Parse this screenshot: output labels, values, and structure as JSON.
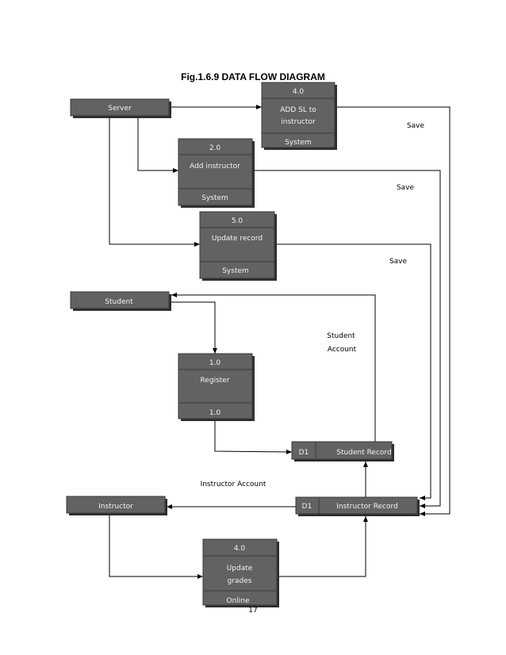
{
  "title": "Fig.1.6.9 DATA FLOW DIAGRAM",
  "page_number": "17",
  "entities": {
    "server": "Server",
    "student": "Student",
    "instructor": "Instructor"
  },
  "processes": {
    "add_sl": {
      "id": "4.0",
      "name_line1": "ADD SL to",
      "name_line2": "instructor",
      "location": "System"
    },
    "add_instructor": {
      "id": "2.0",
      "name": "Add instructor",
      "location": "System"
    },
    "update_record": {
      "id": "5.0",
      "name": "Update record",
      "location": "System"
    },
    "register": {
      "id": "1.0",
      "name": "Register",
      "location": "1.0"
    },
    "update_grades": {
      "id": "4.0",
      "name_line1": "Update",
      "name_line2": "grades",
      "location": "Online"
    }
  },
  "stores": {
    "student_record": {
      "id": "D1",
      "name": "Student Record"
    },
    "instructor_record": {
      "id": "D1",
      "name": "Instructor Record"
    }
  },
  "flow_labels": {
    "save_1": "Save",
    "save_2": "Save",
    "save_3": "Save",
    "student_account_line1": "Student",
    "student_account_line2": "Account",
    "instructor_account": "Instructor  Account"
  }
}
